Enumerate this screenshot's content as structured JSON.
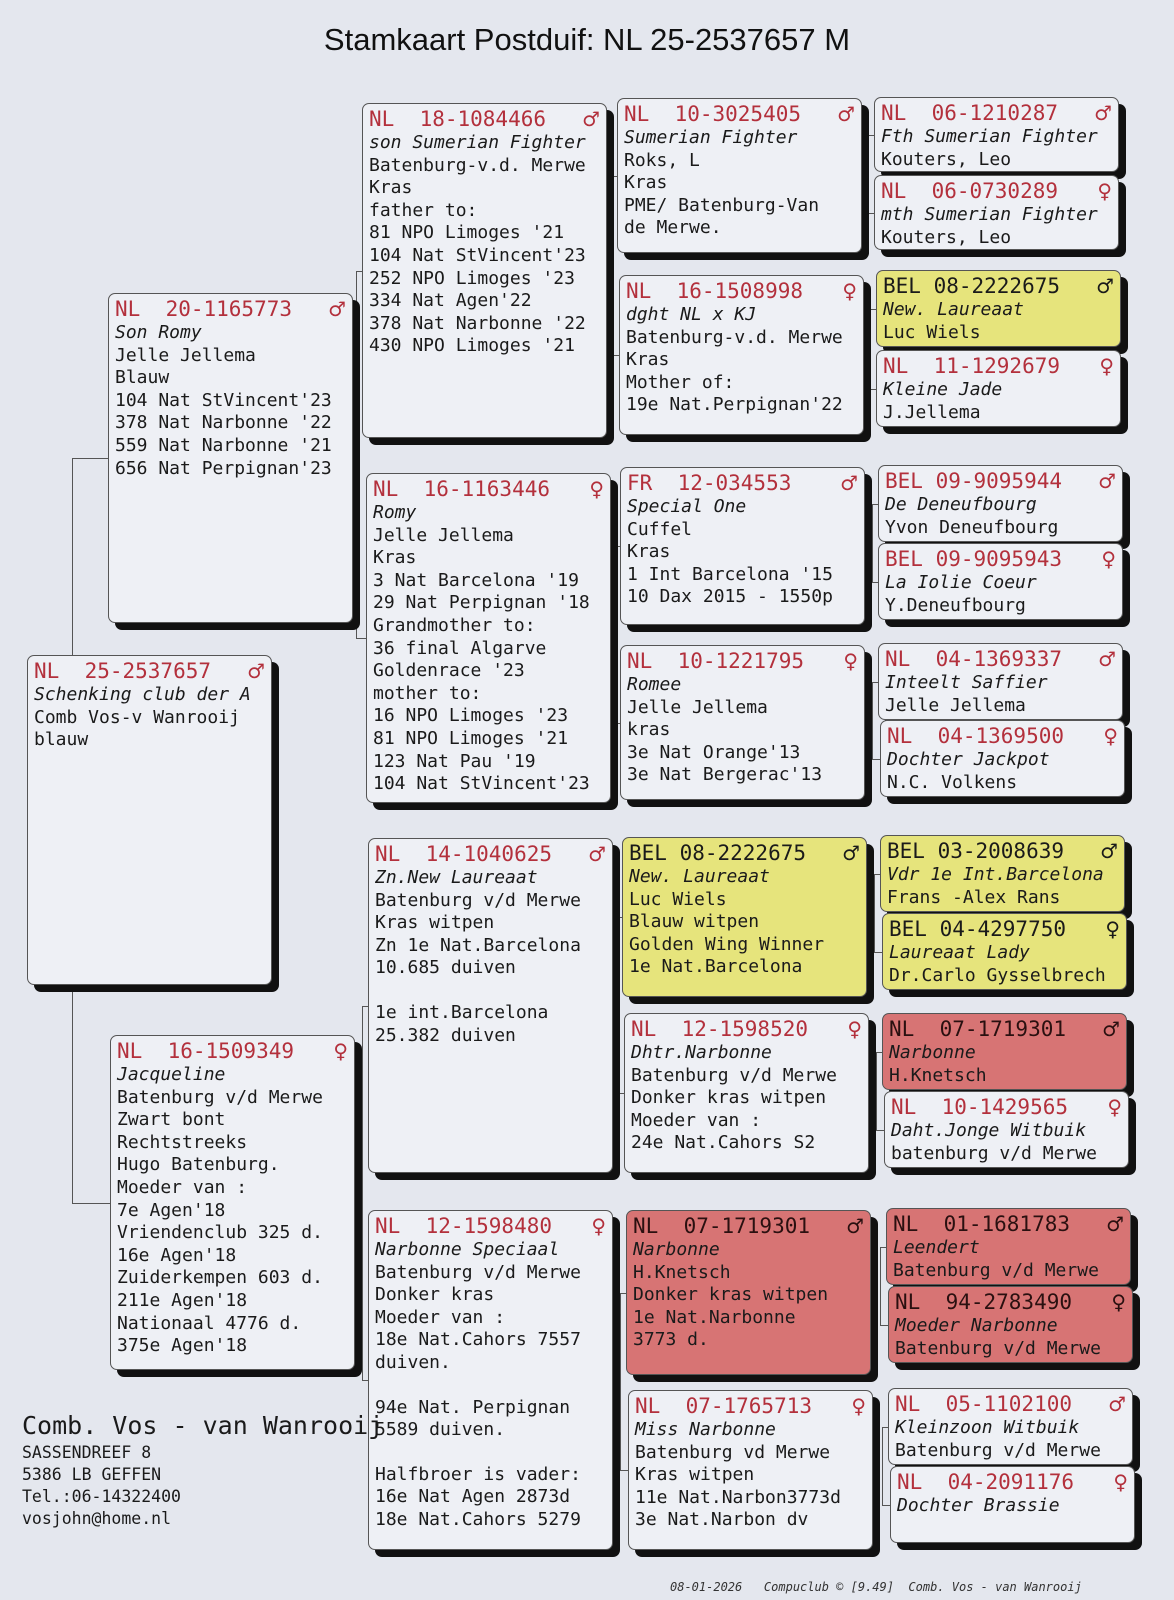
{
  "title": "Stamkaart Postduif: NL  25-2537657 M",
  "colors": {
    "ring": "#b3303c",
    "box": "#eef0f5",
    "yellow": "#e6e47c",
    "red": "#d77474"
  },
  "boxes": [
    {
      "ring": "NL  25-2537657",
      "sex": "♂",
      "name": "Schenking club der A",
      "lines": [
        "Comb Vos-v Wanrooij",
        "blauw"
      ],
      "color": "plain"
    },
    {
      "ring": "NL  20-1165773",
      "sex": "♂",
      "name": "Son Romy",
      "lines": [
        "Jelle Jellema",
        "Blauw",
        "104 Nat StVincent'23",
        "378 Nat Narbonne '22",
        "559 Nat Narbonne '21",
        "656 Nat Perpignan'23"
      ],
      "color": "plain"
    },
    {
      "ring": "NL  16-1509349",
      "sex": "♀",
      "name": "Jacqueline",
      "lines": [
        "Batenburg v/d Merwe",
        "Zwart bont",
        "Rechtstreeks",
        "Hugo Batenburg.",
        "Moeder van :",
        "7e Agen'18",
        "Vriendenclub 325 d.",
        "16e Agen'18",
        "Zuiderkempen 603 d.",
        "211e Agen'18",
        "Nationaal 4776 d.",
        "375e Agen'18"
      ],
      "color": "plain"
    },
    {
      "ring": "NL  18-1084466",
      "sex": "♂",
      "name": "son Sumerian Fighter",
      "lines": [
        "Batenburg-v.d. Merwe",
        "Kras",
        "father to:",
        "81 NPO Limoges '21",
        "104 Nat StVincent'23",
        "252 NPO Limoges '23",
        "334 Nat Agen'22",
        "378 Nat Narbonne '22",
        "430 NPO Limoges '21"
      ],
      "color": "plain"
    },
    {
      "ring": "NL  16-1163446",
      "sex": "♀",
      "name": "Romy",
      "lines": [
        "Jelle Jellema",
        "Kras",
        "3 Nat Barcelona '19",
        "29 Nat Perpignan '18",
        "Grandmother to:",
        "36 final Algarve",
        "Goldenrace '23",
        "mother to:",
        "16 NPO Limoges '23",
        "81 NPO Limoges '21",
        "123 Nat Pau '19",
        "104 Nat StVincent'23"
      ],
      "color": "plain"
    },
    {
      "ring": "NL  14-1040625",
      "sex": "♂",
      "name": "Zn.New Laureaat",
      "lines": [
        "Batenburg v/d Merwe",
        "Kras witpen",
        "Zn 1e Nat.Barcelona",
        "10.685 duiven",
        "",
        "1e int.Barcelona",
        "25.382 duiven"
      ],
      "color": "plain"
    },
    {
      "ring": "NL  12-1598480",
      "sex": "♀",
      "name": "Narbonne Speciaal",
      "lines": [
        "Batenburg v/d Merwe",
        "Donker kras",
        "Moeder van :",
        "18e Nat.Cahors 7557",
        "duiven.",
        "",
        "94e Nat. Perpignan",
        "5589 duiven.",
        "",
        "Halfbroer is vader:",
        "16e Nat Agen 2873d",
        "18e Nat.Cahors 5279"
      ],
      "color": "plain"
    },
    {
      "ring": "NL  10-3025405",
      "sex": "♂",
      "name": "Sumerian Fighter",
      "lines": [
        "Roks, L",
        "Kras",
        "PME/ Batenburg-Van",
        "de Merwe."
      ],
      "color": "plain"
    },
    {
      "ring": "NL  16-1508998",
      "sex": "♀",
      "name": "dght NL x KJ",
      "lines": [
        "Batenburg-v.d. Merwe",
        "Kras",
        "Mother of:",
        "19e Nat.Perpignan'22"
      ],
      "color": "plain"
    },
    {
      "ring": "FR  12-034553",
      "sex": "♂",
      "name": "Special One",
      "lines": [
        "Cuffel",
        "Kras",
        "1 Int Barcelona '15",
        "10 Dax 2015 - 1550p"
      ],
      "color": "plain"
    },
    {
      "ring": "NL  10-1221795",
      "sex": "♀",
      "name": "Romee",
      "lines": [
        "Jelle Jellema",
        "kras",
        "3e Nat Orange'13",
        "3e Nat Bergerac'13"
      ],
      "color": "plain"
    },
    {
      "ring": "BEL 08-2222675",
      "sex": "♂",
      "name": "New. Laureaat",
      "lines": [
        "Luc Wiels",
        "Blauw witpen",
        "Golden Wing Winner",
        "1e Nat.Barcelona"
      ],
      "color": "yellow"
    },
    {
      "ring": "NL  12-1598520",
      "sex": "♀",
      "name": "Dhtr.Narbonne",
      "lines": [
        "Batenburg v/d Merwe",
        "Donker kras witpen",
        "Moeder van :",
        "24e Nat.Cahors S2"
      ],
      "color": "plain"
    },
    {
      "ring": "NL  07-1719301",
      "sex": "♂",
      "name": "Narbonne",
      "lines": [
        "H.Knetsch",
        "Donker kras witpen",
        "1e Nat.Narbonne",
        "3773 d."
      ],
      "color": "red"
    },
    {
      "ring": "NL  07-1765713",
      "sex": "♀",
      "name": "Miss Narbonne",
      "lines": [
        "Batenburg vd Merwe",
        "Kras witpen",
        "11e Nat.Narbon3773d",
        "3e Nat.Narbon dv"
      ],
      "color": "plain"
    },
    {
      "ring": "NL  06-1210287",
      "sex": "♂",
      "name": "Fth Sumerian Fighter",
      "lines": [
        "Kouters, Leo"
      ],
      "color": "plain"
    },
    {
      "ring": "NL  06-0730289",
      "sex": "♀",
      "name": "mth Sumerian Fighter",
      "lines": [
        "Kouters, Leo"
      ],
      "color": "plain"
    },
    {
      "ring": "BEL 08-2222675",
      "sex": "♂",
      "name": "New. Laureaat",
      "lines": [
        "Luc Wiels"
      ],
      "color": "yellow"
    },
    {
      "ring": "NL  11-1292679",
      "sex": "♀",
      "name": "Kleine Jade",
      "lines": [
        "J.Jellema"
      ],
      "color": "plain"
    },
    {
      "ring": "BEL 09-9095944",
      "sex": "♂",
      "name": "De Deneufbourg",
      "lines": [
        "Yvon Deneufbourg"
      ],
      "color": "plain"
    },
    {
      "ring": "BEL 09-9095943",
      "sex": "♀",
      "name": "La Iolie Coeur",
      "lines": [
        "Y.Deneufbourg"
      ],
      "color": "plain"
    },
    {
      "ring": "NL  04-1369337",
      "sex": "♂",
      "name": "Inteelt Saffier",
      "lines": [
        "Jelle Jellema"
      ],
      "color": "plain"
    },
    {
      "ring": "NL  04-1369500",
      "sex": "♀",
      "name": "Dochter Jackpot",
      "lines": [
        "N.C. Volkens"
      ],
      "color": "plain"
    },
    {
      "ring": "BEL 03-2008639",
      "sex": "♂",
      "name": "Vdr 1e Int.Barcelona",
      "lines": [
        "Frans -Alex Rans"
      ],
      "color": "yellow"
    },
    {
      "ring": "BEL 04-4297750",
      "sex": "♀",
      "name": "Laureaat Lady",
      "lines": [
        "Dr.Carlo Gysselbrech"
      ],
      "color": "yellow"
    },
    {
      "ring": "NL  07-1719301",
      "sex": "♂",
      "name": "Narbonne",
      "lines": [
        "H.Knetsch"
      ],
      "color": "red"
    },
    {
      "ring": "NL  10-1429565",
      "sex": "♀",
      "name": "Daht.Jonge Witbuik",
      "lines": [
        "batenburg v/d Merwe"
      ],
      "color": "plain"
    },
    {
      "ring": "NL  01-1681783",
      "sex": "♂",
      "name": "Leendert",
      "lines": [
        "Batenburg v/d Merwe"
      ],
      "color": "red"
    },
    {
      "ring": "NL  94-2783490",
      "sex": "♀",
      "name": "Moeder Narbonne",
      "lines": [
        "Batenburg v/d Merwe"
      ],
      "color": "red"
    },
    {
      "ring": "NL  05-1102100",
      "sex": "♂",
      "name": "Kleinzoon Witbuik",
      "lines": [
        "Batenburg v/d Merwe"
      ],
      "color": "plain"
    },
    {
      "ring": "NL  04-2091176",
      "sex": "♀",
      "name": "Dochter Brassie",
      "lines": [],
      "color": "plain"
    }
  ],
  "owner": {
    "name": "Comb. Vos - van Wanrooij",
    "street": "SASSENDREEF 8",
    "city": "5386 LB  GEFFEN",
    "phone": "Tel.:06-14322400",
    "email": "vosjohn@home.nl"
  },
  "footer": "08-01-2026   Compuclub © [9.49]  Comb. Vos - van Wanrooij"
}
